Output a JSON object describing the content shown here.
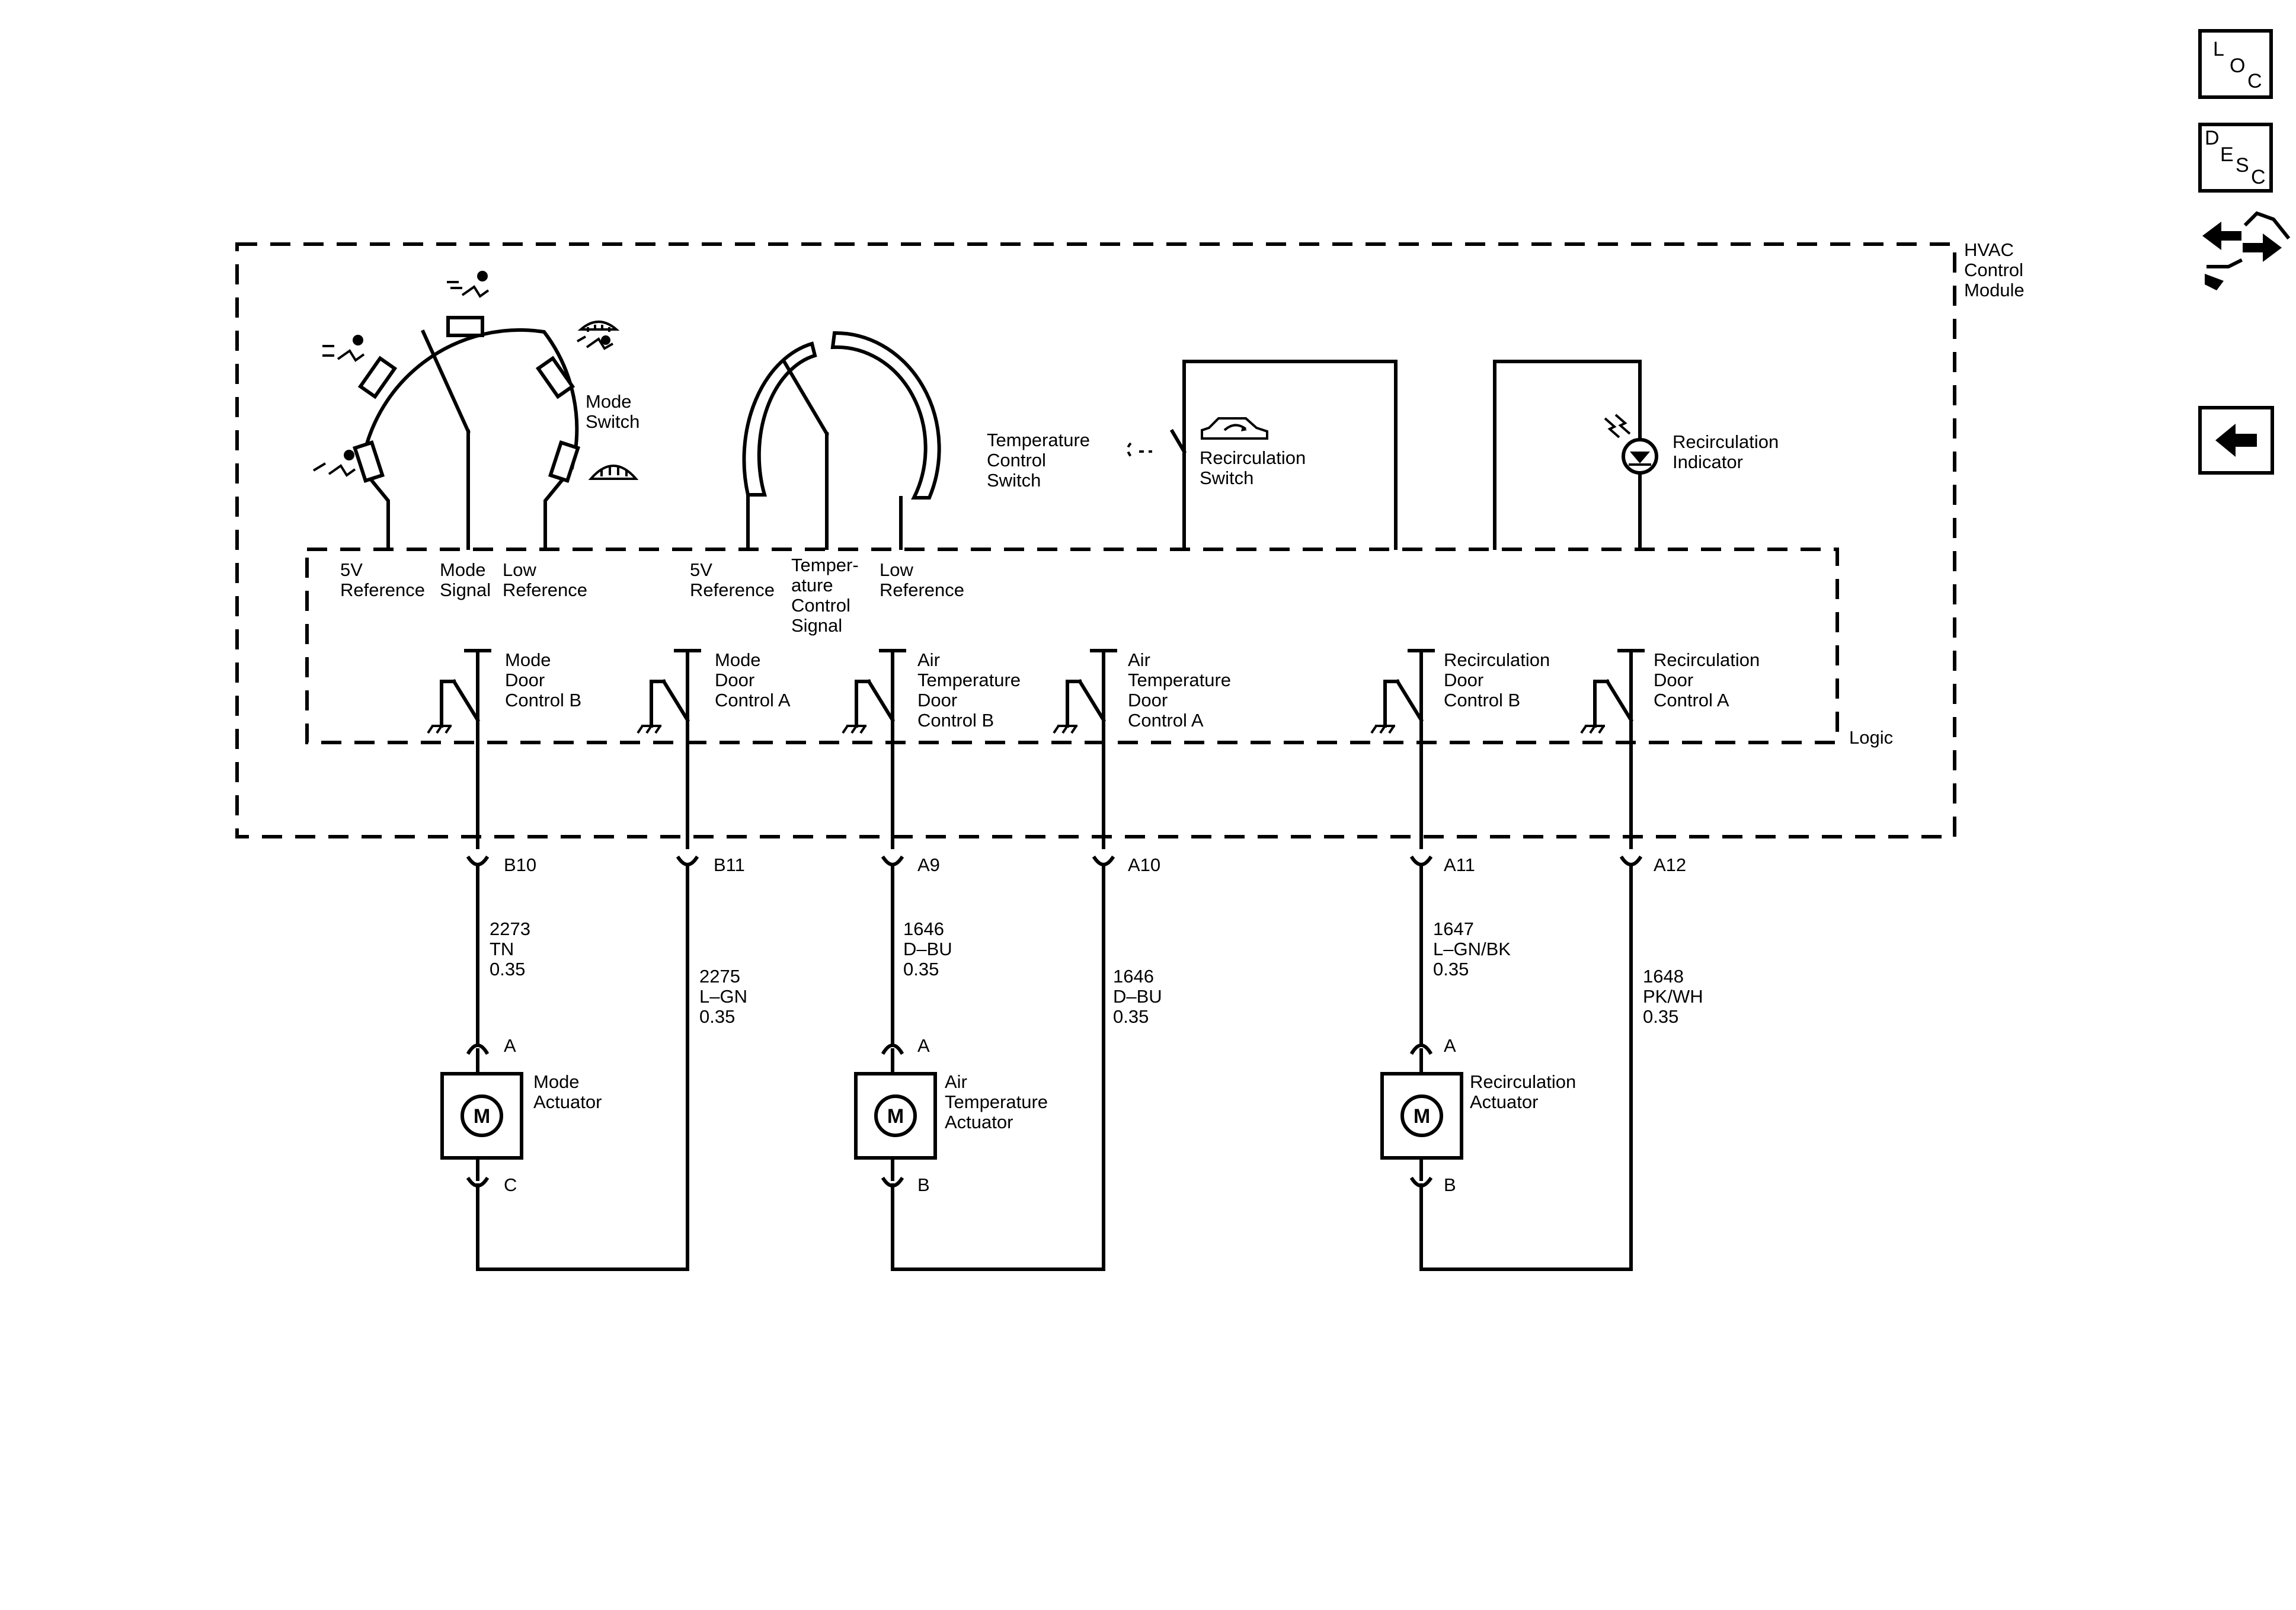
{
  "module": {
    "title_lines": [
      "HVAC",
      "Control",
      "Module"
    ],
    "logic_label": "Logic"
  },
  "mode_switch": {
    "label_lines": [
      "Mode",
      "Switch"
    ]
  },
  "temp_switch": {
    "label_lines": [
      "Temperature",
      "Control",
      "Switch"
    ]
  },
  "recirc_switch": {
    "label_lines": [
      "Recirculation",
      "Switch"
    ]
  },
  "recirc_indicator": {
    "label_lines": [
      "Recirculation",
      "Indicator"
    ]
  },
  "inputs": [
    {
      "lines": [
        "5V",
        "Reference"
      ]
    },
    {
      "lines": [
        "Mode",
        "Signal"
      ]
    },
    {
      "lines": [
        "Low",
        "Reference"
      ]
    },
    {
      "lines": [
        "5V",
        "Reference"
      ]
    },
    {
      "lines": [
        "Temper-",
        "ature",
        "Control",
        "Signal"
      ]
    },
    {
      "lines": [
        "Low",
        "Reference"
      ]
    }
  ],
  "drivers": [
    {
      "lines": [
        "Mode",
        "Door",
        "Control B"
      ]
    },
    {
      "lines": [
        "Mode",
        "Door",
        "Control A"
      ]
    },
    {
      "lines": [
        "Air",
        "Temperature",
        "Door",
        "Control B"
      ]
    },
    {
      "lines": [
        "Air",
        "Temperature",
        "Door",
        "Control A"
      ]
    },
    {
      "lines": [
        "Recirculation",
        "Door",
        "Control B"
      ]
    },
    {
      "lines": [
        "Recirculation",
        "Door",
        "Control A"
      ]
    }
  ],
  "connectors": [
    "B10",
    "B11",
    "A9",
    "A10",
    "A11",
    "A12"
  ],
  "wires": [
    {
      "circuit": "2273",
      "color": "TN",
      "size": "0.35"
    },
    {
      "circuit": "2275",
      "color": "L–GN",
      "size": "0.35"
    },
    {
      "circuit": "1646",
      "color": "D–BU",
      "size": "0.35"
    },
    {
      "circuit": "1646",
      "color": "D–BU",
      "size": "0.35"
    },
    {
      "circuit": "1647",
      "color": "L–GN/BK",
      "size": "0.35"
    },
    {
      "circuit": "1648",
      "color": "PK/WH",
      "size": "0.35"
    }
  ],
  "actuators": [
    {
      "lines": [
        "Mode",
        "Actuator"
      ],
      "top_pin": "A",
      "bottom_pin": "C",
      "motor": "M"
    },
    {
      "lines": [
        "Air",
        "Temperature",
        "Actuator"
      ],
      "top_pin": "A",
      "bottom_pin": "B",
      "motor": "M"
    },
    {
      "lines": [
        "Recirculation",
        "Actuator"
      ],
      "top_pin": "A",
      "bottom_pin": "B",
      "motor": "M"
    }
  ],
  "nav": {
    "loc": {
      "letters": [
        "L",
        "O",
        "C"
      ]
    },
    "desc": {
      "letters": [
        "D",
        "E",
        "S",
        "C"
      ]
    },
    "connector_icon": "connector-views-icon",
    "back_icon": "back-arrow-icon"
  },
  "colors": {
    "ink": "#000000",
    "background": "#ffffff"
  }
}
